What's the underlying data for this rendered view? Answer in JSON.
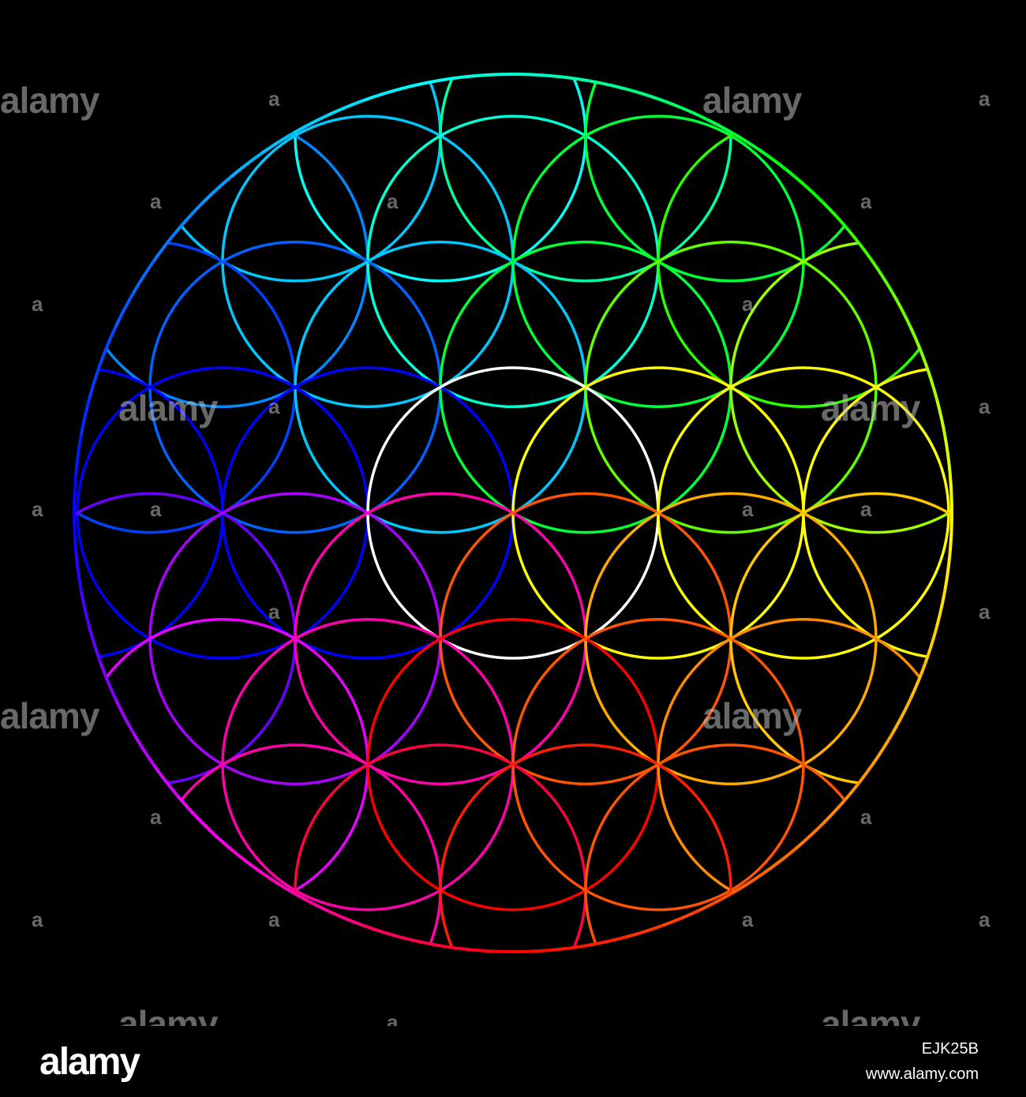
{
  "watermark": {
    "text": "alamy",
    "mark": "a"
  },
  "pattern": {
    "stroke_colors": [
      "#ff0000",
      "#ff8000",
      "#ffff00",
      "#00ff00",
      "#00ffff",
      "#0000ff",
      "#ff00ff"
    ]
  },
  "footer": {
    "logo": "alamy",
    "image_id": "EJK25B",
    "url": "www.alamy.com"
  }
}
